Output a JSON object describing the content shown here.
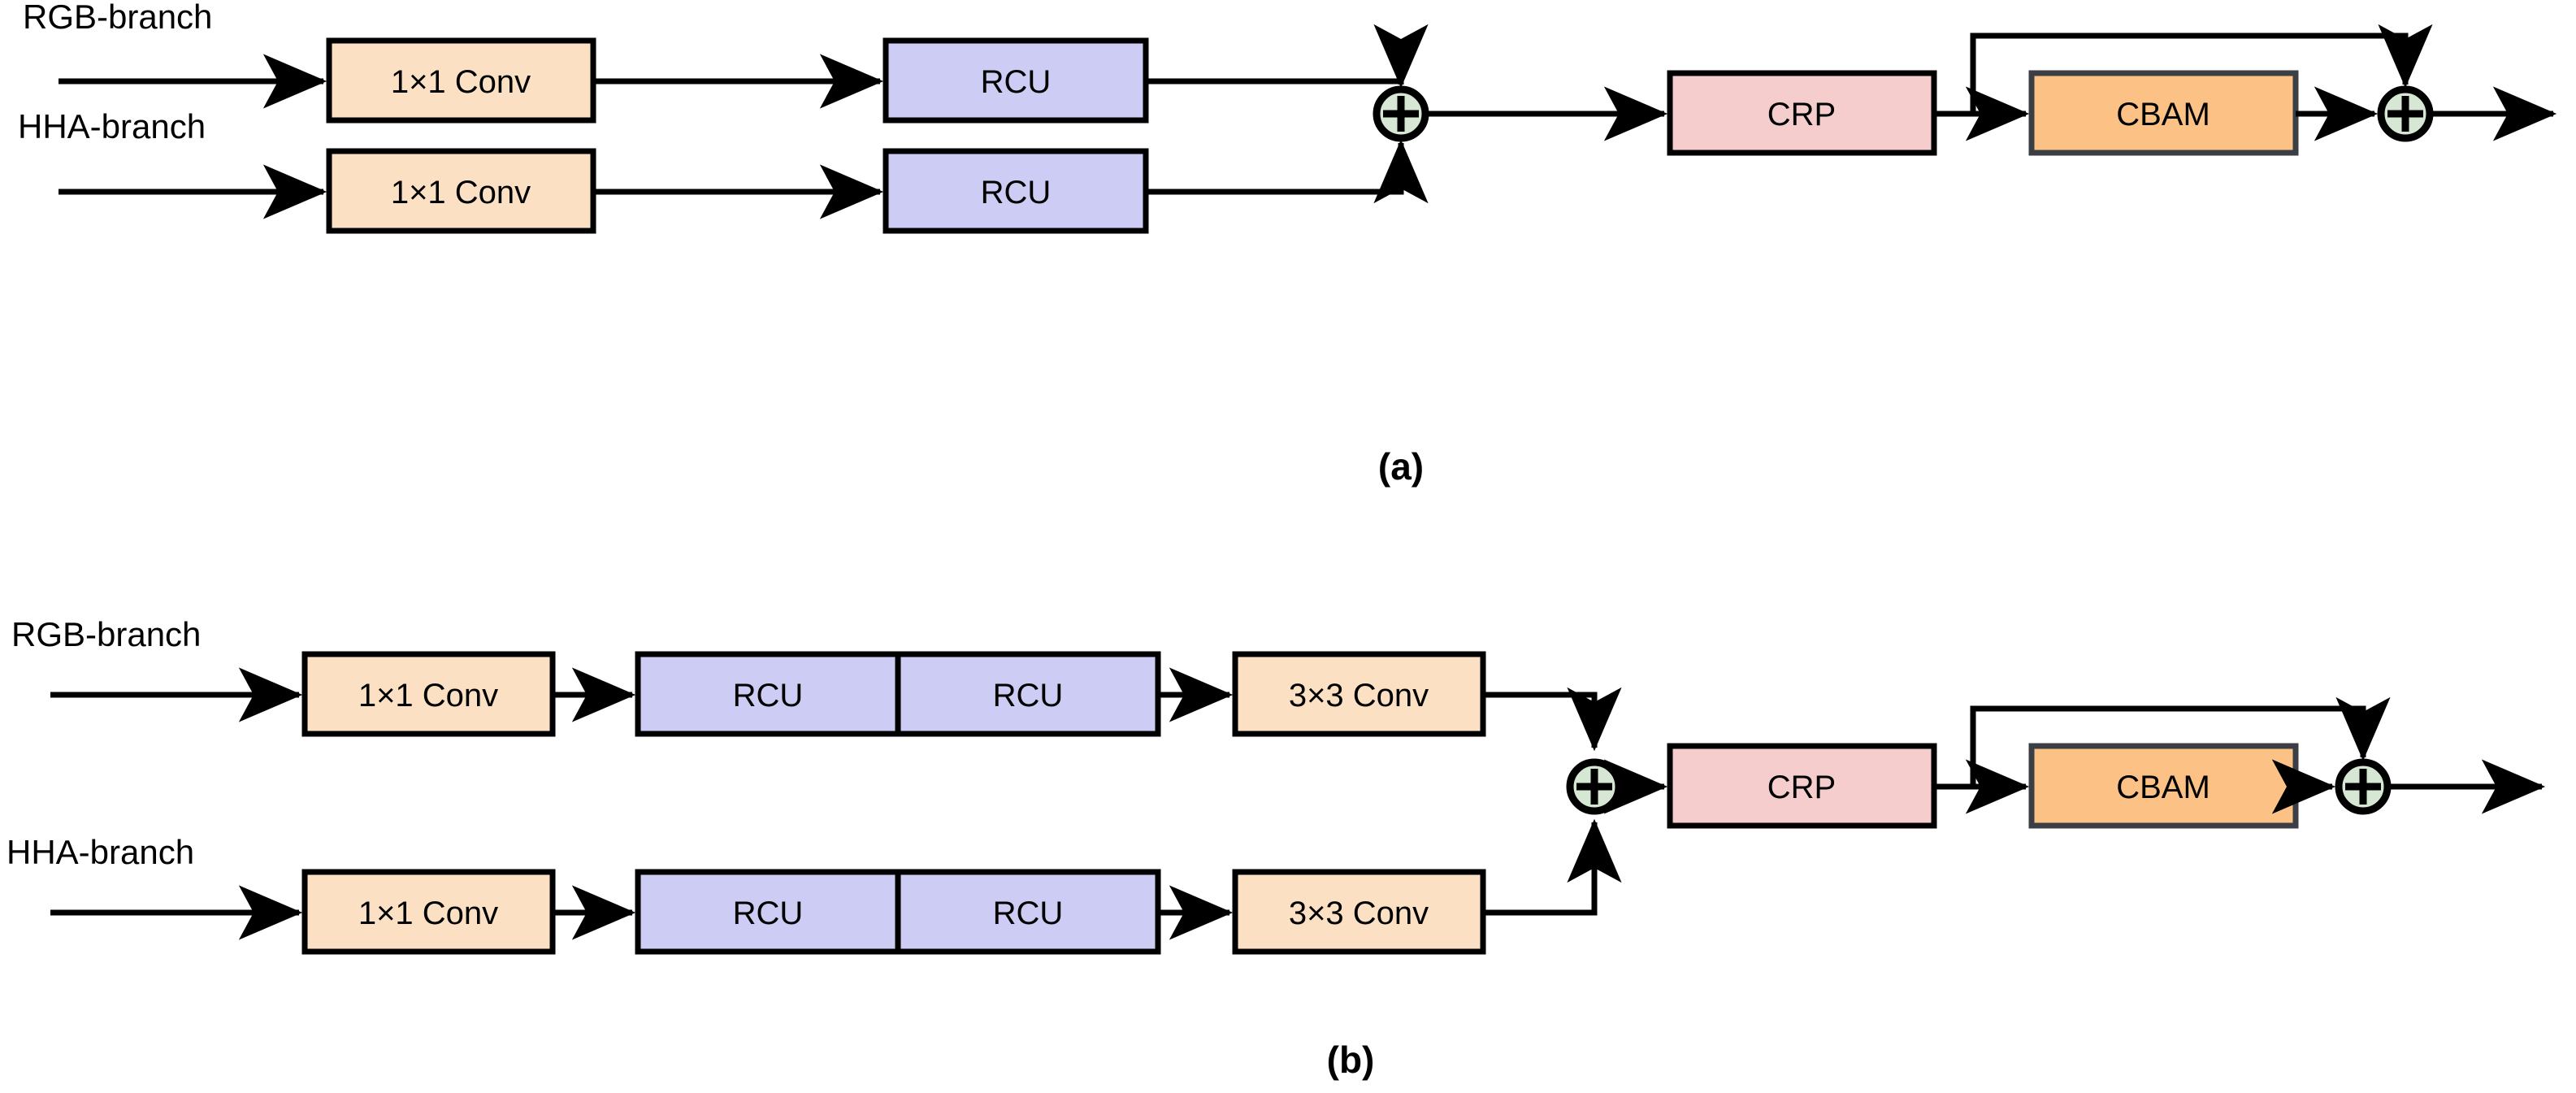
{
  "figure": {
    "title": "RGB-HHA fusion block architectures",
    "background_color": "#ffffff"
  },
  "colors": {
    "conv_fill": "#fce0c4",
    "conv_stroke": "#000000",
    "rcu_fill": "#ccccf5",
    "rcu_stroke": "#000000",
    "crp_fill": "#f6cdcd",
    "crp_stroke": "#000000",
    "cbam_fill": "#fcc185",
    "cbam_stroke": "#3b3f45",
    "sum_fill": "#d6e8d3",
    "sum_stroke": "#000000",
    "wire": "#000000",
    "text": "#000000"
  },
  "panels": [
    {
      "id": "a",
      "caption": "(a)",
      "branches": [
        {
          "id": "rgb",
          "label": "RGB-branch",
          "blocks": [
            {
              "id": "conv1x1",
              "label": "1×1 Conv",
              "style": "conv"
            },
            {
              "id": "rcu",
              "label": "RCU",
              "style": "rcu"
            }
          ]
        },
        {
          "id": "hha",
          "label": "HHA-branch",
          "blocks": [
            {
              "id": "conv1x1",
              "label": "1×1 Conv",
              "style": "conv"
            },
            {
              "id": "rcu",
              "label": "RCU",
              "style": "rcu"
            }
          ]
        }
      ],
      "merge": {
        "id": "sum-fusion",
        "symbol": "+",
        "style": "sum"
      },
      "tail": [
        {
          "id": "crp",
          "label": "CRP",
          "style": "crp"
        },
        {
          "id": "cbam",
          "label": "CBAM",
          "style": "cbam"
        },
        {
          "id": "sum-residual",
          "label": "+",
          "style": "sum"
        }
      ],
      "skip_connection": {
        "from": "crp-output",
        "to": "sum-residual"
      }
    },
    {
      "id": "b",
      "caption": "(b)",
      "branches": [
        {
          "id": "rgb",
          "label": "RGB-branch",
          "blocks": [
            {
              "id": "conv1x1",
              "label": "1×1 Conv",
              "style": "conv"
            },
            {
              "id": "rcu-1",
              "label": "RCU",
              "style": "rcu"
            },
            {
              "id": "rcu-2",
              "label": "RCU",
              "style": "rcu"
            },
            {
              "id": "conv3x3",
              "label": "3×3 Conv",
              "style": "conv"
            }
          ]
        },
        {
          "id": "hha",
          "label": "HHA-branch",
          "blocks": [
            {
              "id": "conv1x1",
              "label": "1×1 Conv",
              "style": "conv"
            },
            {
              "id": "rcu-1",
              "label": "RCU",
              "style": "rcu"
            },
            {
              "id": "rcu-2",
              "label": "RCU",
              "style": "rcu"
            },
            {
              "id": "conv3x3",
              "label": "3×3 Conv",
              "style": "conv"
            }
          ]
        }
      ],
      "merge": {
        "id": "sum-fusion",
        "symbol": "+",
        "style": "sum"
      },
      "tail": [
        {
          "id": "crp",
          "label": "CRP",
          "style": "crp"
        },
        {
          "id": "cbam",
          "label": "CBAM",
          "style": "cbam"
        },
        {
          "id": "sum-residual",
          "label": "+",
          "style": "sum"
        }
      ],
      "skip_connection": {
        "from": "crp-output",
        "to": "sum-residual"
      }
    }
  ]
}
